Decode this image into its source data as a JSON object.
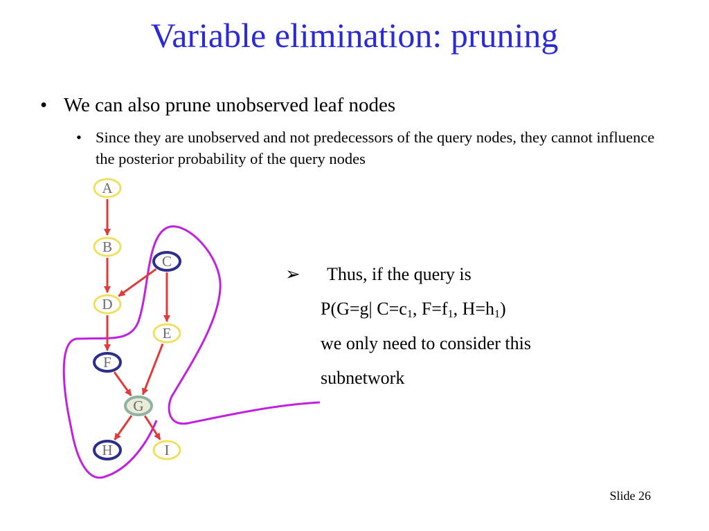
{
  "slide": {
    "title": "Variable elimination: pruning",
    "bullet1": {
      "marker": "•",
      "text": "We can also prune unobserved leaf nodes"
    },
    "bullet2": {
      "marker": "•",
      "text": "Since they are unobserved and not predecessors of the query nodes, they cannot influence the posterior probability of the query nodes"
    },
    "note": {
      "marker": "➢",
      "line1": "Thus, if the query is",
      "query": {
        "p": "P(G=g| C=c",
        "s1": "1",
        "f": ", F=f",
        "s2": "1",
        "h": ", H=h",
        "s3": "1",
        "close": ")"
      },
      "line3": "we only need to consider this",
      "line4": "subnetwork"
    },
    "slide_number": "Slide 26"
  },
  "diagram": {
    "nodes": [
      {
        "id": "A",
        "label": "A",
        "observed": false
      },
      {
        "id": "B",
        "label": "B",
        "observed": false
      },
      {
        "id": "C",
        "label": "C",
        "observed": true
      },
      {
        "id": "D",
        "label": "D",
        "observed": false
      },
      {
        "id": "E",
        "label": "E",
        "observed": false
      },
      {
        "id": "F",
        "label": "F",
        "observed": true
      },
      {
        "id": "G",
        "label": "G",
        "observed": false,
        "query": true
      },
      {
        "id": "H",
        "label": "H",
        "observed": true
      },
      {
        "id": "I",
        "label": "I",
        "observed": false
      }
    ],
    "edges": [
      {
        "from": "A",
        "to": "B"
      },
      {
        "from": "B",
        "to": "D"
      },
      {
        "from": "C",
        "to": "D"
      },
      {
        "from": "C",
        "to": "E"
      },
      {
        "from": "D",
        "to": "F"
      },
      {
        "from": "E",
        "to": "G"
      },
      {
        "from": "F",
        "to": "G"
      },
      {
        "from": "G",
        "to": "H"
      },
      {
        "from": "G",
        "to": "I"
      }
    ],
    "colors": {
      "node_fill": "#ffffff",
      "unobserved_border": "#f0e060",
      "observed_border": "#2b2f8a",
      "query_border": "#8fb3a0",
      "query_fill": "#e8ecd8",
      "edge": "#e03a3a",
      "subnetwork_outline": "#c020e0",
      "title": "#2a2ad6"
    }
  }
}
